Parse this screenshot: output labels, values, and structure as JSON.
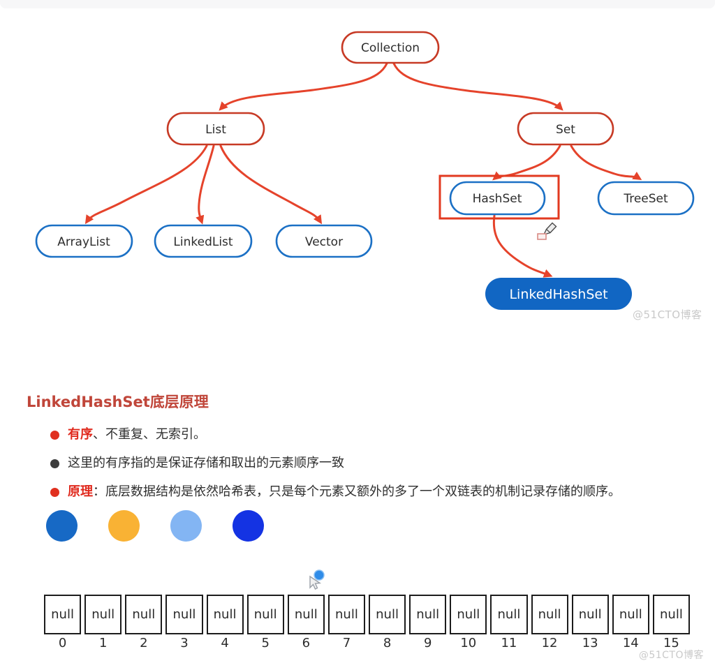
{
  "diagram": {
    "nodes": [
      {
        "id": "collection",
        "label": "Collection",
        "style": "red-outline"
      },
      {
        "id": "list",
        "label": "List",
        "style": "red-outline"
      },
      {
        "id": "set",
        "label": "Set",
        "style": "red-outline"
      },
      {
        "id": "arraylist",
        "label": "ArrayList",
        "style": "blue-outline"
      },
      {
        "id": "linkedlist",
        "label": "LinkedList",
        "style": "blue-outline"
      },
      {
        "id": "vector",
        "label": "Vector",
        "style": "blue-outline"
      },
      {
        "id": "hashset",
        "label": "HashSet",
        "style": "blue-outline",
        "highlighted": true
      },
      {
        "id": "treeset",
        "label": "TreeSet",
        "style": "blue-outline"
      },
      {
        "id": "linkedhashset",
        "label": "LinkedHashSet",
        "style": "blue-filled"
      }
    ],
    "edges": [
      {
        "from": "Collection",
        "to": "List"
      },
      {
        "from": "Collection",
        "to": "Set"
      },
      {
        "from": "List",
        "to": "ArrayList"
      },
      {
        "from": "List",
        "to": "LinkedList"
      },
      {
        "from": "List",
        "to": "Vector"
      },
      {
        "from": "Set",
        "to": "HashSet"
      },
      {
        "from": "Set",
        "to": "TreeSet"
      },
      {
        "from": "HashSet",
        "to": "LinkedHashSet"
      }
    ],
    "colors": {
      "red_outline": "#c73a25",
      "arrow_red": "#e5432b",
      "blue_outline": "#1b70c5",
      "blue_fill": "#1166c3",
      "highlight_box": "#e23a20",
      "node_text": "#2d2d2d",
      "filled_node_text": "#ffffff"
    },
    "watermark": "@51CTO博客"
  },
  "content": {
    "heading": "LinkedHashSet底层原理",
    "bullets": [
      {
        "emphasis": "有序",
        "text": "、不重复、无索引。",
        "dot_color": "#e0301f"
      },
      {
        "emphasis": "",
        "text": "这里的有序指的是保证存储和取出的元素顺序一致",
        "dot_color": "#3d3d3d"
      },
      {
        "emphasis": "原理",
        "text": "：底层数据结构是依然哈希表，只是每个元素又额外的多了一个双链表的机制记录存储的顺序。",
        "dot_color": "#e0301f"
      }
    ],
    "emphasis_color": "#e02a1e",
    "legend_dots": [
      "#1769c5",
      "#f9b234",
      "#83b5f3",
      "#1433e3"
    ]
  },
  "hash_array": {
    "cells": [
      "null",
      "null",
      "null",
      "null",
      "null",
      "null",
      "null",
      "null",
      "null",
      "null",
      "null",
      "null",
      "null",
      "null",
      "null",
      "null"
    ],
    "indices": [
      "0",
      "1",
      "2",
      "3",
      "4",
      "5",
      "6",
      "7",
      "8",
      "9",
      "10",
      "11",
      "12",
      "13",
      "14",
      "15"
    ]
  },
  "watermark_bottom": "@51CTO博客"
}
